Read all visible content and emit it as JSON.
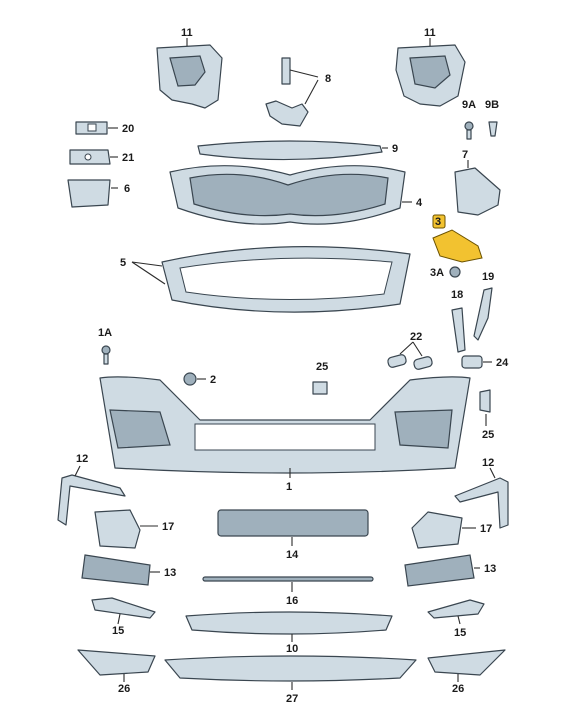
{
  "labels": {
    "l11a": "11",
    "l11b": "11",
    "l8": "8",
    "l9a": "9A",
    "l9b": "9B",
    "l20": "20",
    "l21": "21",
    "l6": "6",
    "l9": "9",
    "l7": "7",
    "l4": "4",
    "l3": "3",
    "l5": "5",
    "l3a": "3A",
    "l19": "19",
    "l18": "18",
    "l1a": "1A",
    "l22": "22",
    "l25a": "25",
    "l24": "24",
    "l2": "2",
    "l25b": "25",
    "l1": "1",
    "l12a": "12",
    "l12b": "12",
    "l17a": "17",
    "l17b": "17",
    "l14": "14",
    "l13a": "13",
    "l13b": "13",
    "l16": "16",
    "l15a": "15",
    "l15b": "15",
    "l10": "10",
    "l26a": "26",
    "l26b": "26",
    "l27": "27"
  },
  "highlight_color": "#f2c230",
  "part_color": "#cfdbe3"
}
